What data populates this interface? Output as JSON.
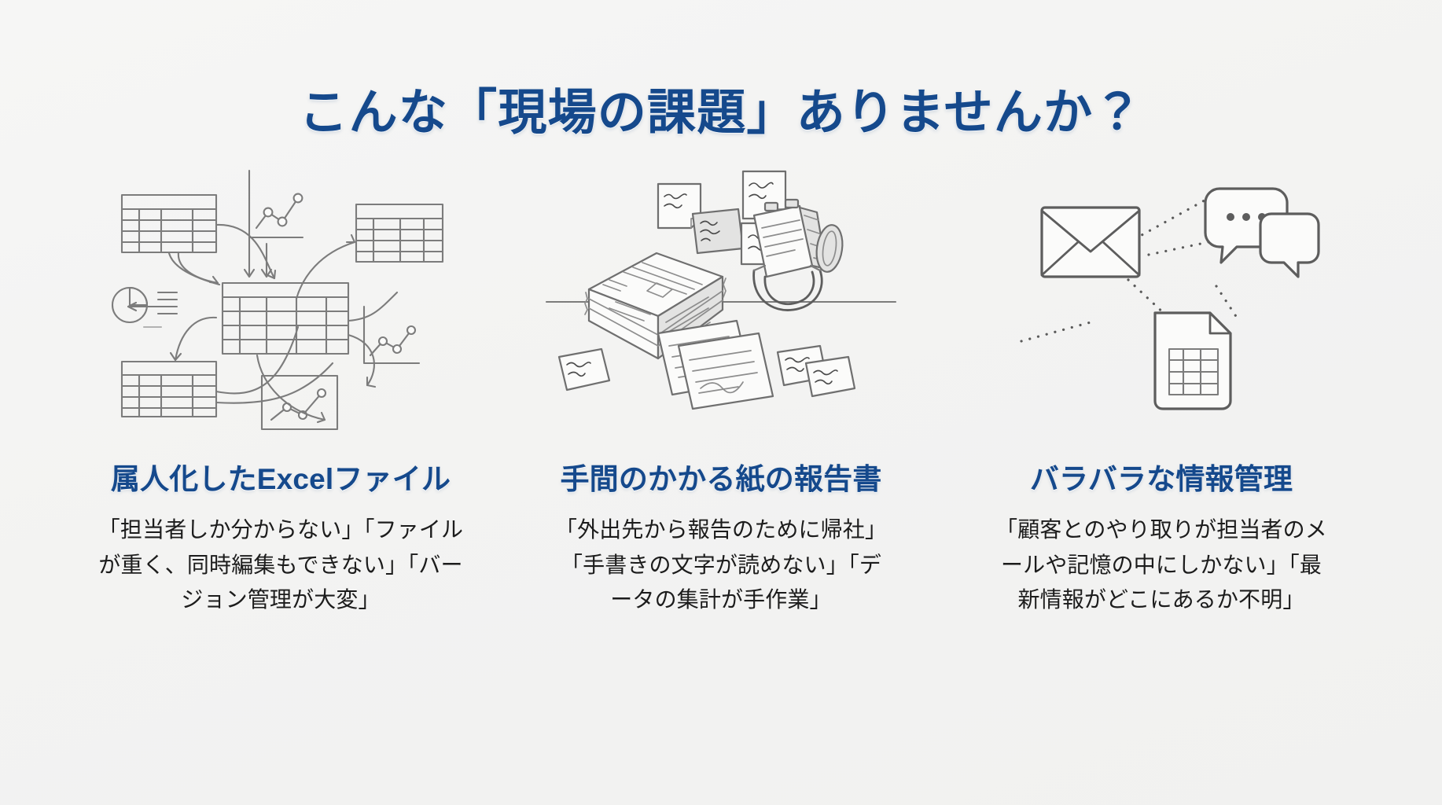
{
  "slide": {
    "title": "こんな「現場の課題」ありませんか？",
    "background_color": "#f4f4f3",
    "accent_color": "#15498c",
    "body_text_color": "#1c1c1c",
    "line_art_color": "#7c7c7c"
  },
  "cards": [
    {
      "illustration_name": "scattered-excel-spreadsheets-illustration",
      "heading": "属人化したExcelファイル",
      "body": "「担当者しか分からない」「ファイルが重く、同時編集もできない」「バージョン管理が大変」"
    },
    {
      "illustration_name": "paper-stack-and-sticky-notes-illustration",
      "heading": "手間のかかる紙の報告書",
      "body": "「外出先から報告のために帰社」「手書きの文字が読めない」「データの集計が手作業」"
    },
    {
      "illustration_name": "scattered-information-channels-illustration",
      "heading": "バラバラな情報管理",
      "body": "「顧客とのやり取りが担当者のメールや記憶の中にしかない」「最新情報がどこにあるか不明」"
    }
  ]
}
